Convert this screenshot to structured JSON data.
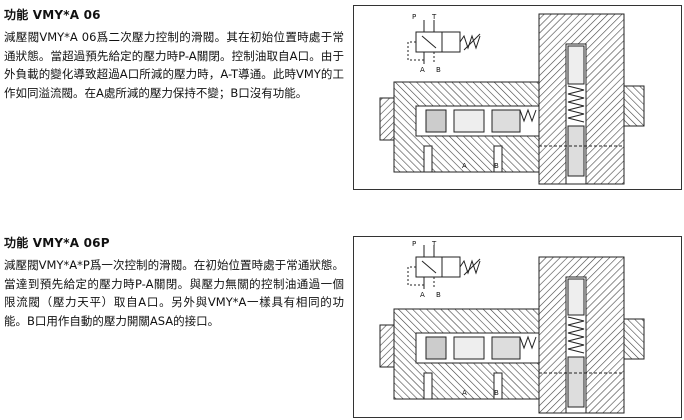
{
  "sections": [
    {
      "title": "功能 VMY*A 06",
      "description": "減壓閥VMY*A 06爲二次壓力控制的滑閥。其在初始位置時處于常通狀態。當超過預先給定的壓力時P-A關閉。控制油取自A口。由于外負載的變化導致超過A口所減的壓力時，A-T導通。此時VMY的工作如同溢流閥。在A處所減的壓力保持不變；B口沒有功能。",
      "figure": {
        "symbol_labels": {
          "p": "P",
          "t": "T",
          "a": "A",
          "b": "B"
        },
        "port_labels": {
          "a": "A",
          "b": "B"
        }
      }
    },
    {
      "title": "功能 VMY*A 06P",
      "description": "減壓閥VMY*A*P爲一次控制的滑閥。在初始位置時處于常通狀態。當達到預先給定的壓力時P-A關閉。與壓力無關的控制油通過一個限流閥（壓力天平）取自A口。另外與VMY*A一樣具有相同的功能。B口用作自動的壓力開關ASA的接口。",
      "figure": {
        "symbol_labels": {
          "p": "P",
          "t": "T",
          "a": "A",
          "b": "B"
        },
        "port_labels": {
          "a": "A",
          "b": "B"
        }
      }
    }
  ],
  "colors": {
    "text": "#111111",
    "line": "#222222",
    "hatch": "#555555",
    "background": "#ffffff"
  }
}
